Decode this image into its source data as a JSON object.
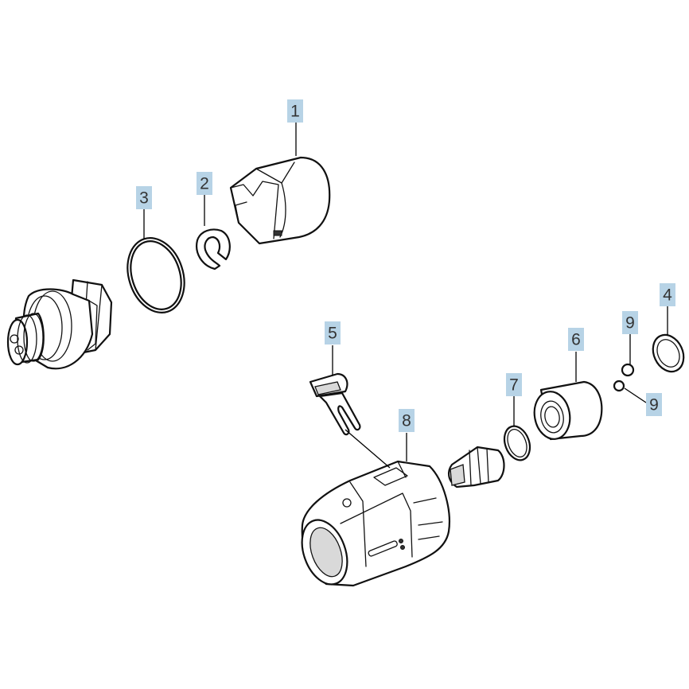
{
  "callouts": [
    {
      "id": "1",
      "label": "1"
    },
    {
      "id": "2",
      "label": "2"
    },
    {
      "id": "3",
      "label": "3"
    },
    {
      "id": "4",
      "label": "4"
    },
    {
      "id": "5",
      "label": "5"
    },
    {
      "id": "6",
      "label": "6"
    },
    {
      "id": "7",
      "label": "7"
    },
    {
      "id": "8",
      "label": "8"
    },
    {
      "id": "9a",
      "label": "9"
    },
    {
      "id": "9b",
      "label": "9"
    }
  ],
  "colors": {
    "callout_fill": "#b7d3e6",
    "line": "#111111",
    "background": "#ffffff"
  }
}
